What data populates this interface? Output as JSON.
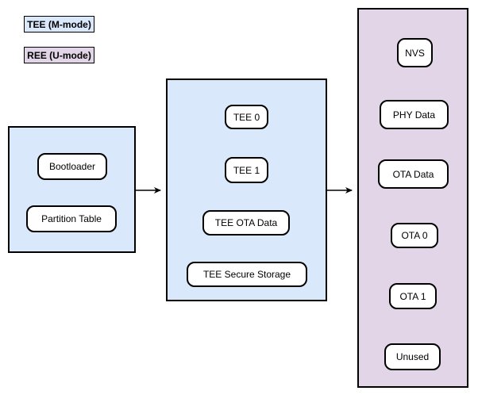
{
  "legend": {
    "items": [
      {
        "label": "TEE (M-mode)",
        "fill": "#dae8fc",
        "border": "#6c8ebf"
      },
      {
        "label": "REE (U-mode)",
        "fill": "#e1d5e7",
        "border": "#9673a6"
      }
    ]
  },
  "columns": [
    {
      "id": "boot-stage",
      "mode": "TEE (M-mode)",
      "nodes": [
        "Bootloader",
        "Partition Table"
      ]
    },
    {
      "id": "tee-region",
      "mode": "TEE (M-mode)",
      "nodes": [
        "TEE 0",
        "TEE 1",
        "TEE OTA Data",
        "TEE Secure Storage"
      ]
    },
    {
      "id": "ree-region",
      "mode": "REE (U-mode)",
      "nodes": [
        "NVS",
        "PHY Data",
        "OTA Data",
        "OTA 0",
        "OTA 1",
        "Unused"
      ]
    }
  ],
  "arrows": [
    {
      "from": "boot-stage",
      "to": "tee-region"
    },
    {
      "from": "tee-region",
      "to": "ree-region"
    }
  ],
  "colors": {
    "tee_fill": "#dae8fc",
    "tee_border": "#6c8ebf",
    "ree_fill": "#e1d5e7",
    "ree_border": "#9673a6",
    "node_fill": "#ffffff",
    "node_border": "#000000",
    "arrow": "#000000",
    "background": "#ffffff"
  }
}
